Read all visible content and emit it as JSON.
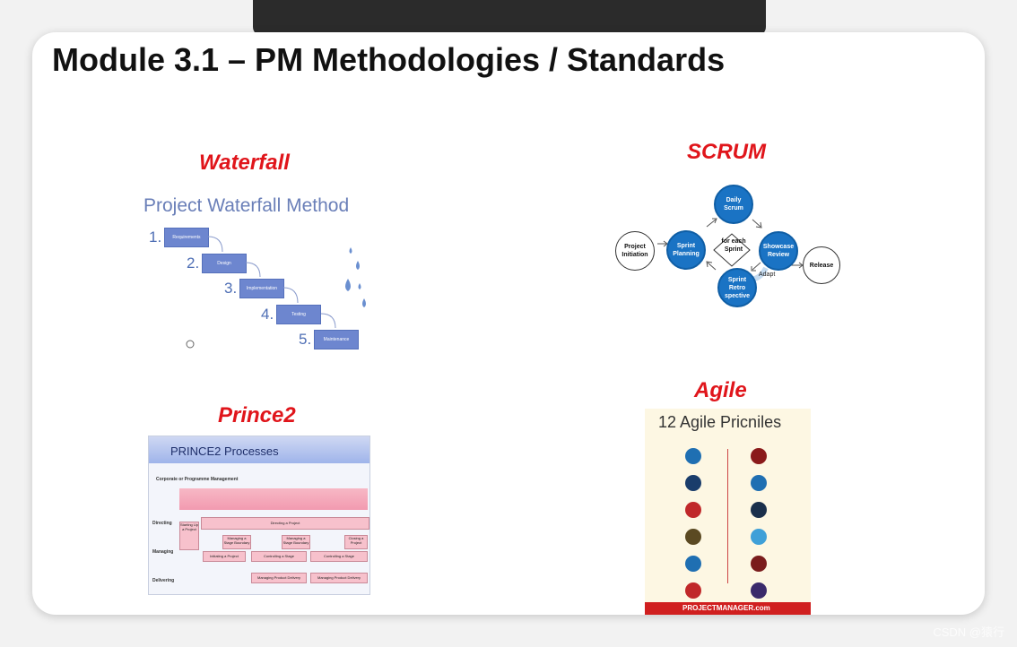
{
  "slide": {
    "title": "Module 3.1 – PM Methodologies / Standards"
  },
  "waterfall": {
    "label": "Waterfall",
    "title": "Project Waterfall Method",
    "steps": [
      {
        "num": "1.",
        "label": "Requirements"
      },
      {
        "num": "2.",
        "label": "Design"
      },
      {
        "num": "3.",
        "label": "Implementation"
      },
      {
        "num": "4.",
        "label": "Testing"
      },
      {
        "num": "5.",
        "label": "Maintenance"
      }
    ]
  },
  "scrum": {
    "label": "SCRUM",
    "nodes": {
      "initiation": "Project Initiation",
      "planning": "Sprint Planning",
      "daily": "Daily Scrum",
      "center": "for each Sprint",
      "review": "Showcase Review",
      "retro": "Sprint Retro spective",
      "release": "Release",
      "adapt": "Adapt"
    }
  },
  "prince2": {
    "label": "Prince2",
    "title": "PRINCE2 Processes",
    "subtitle": "Corporate or Programme Management",
    "rows": [
      "Directing",
      "Managing",
      "Delivering"
    ],
    "boxes": {
      "directing": "Directing a Project",
      "starting": "Starting Up a Project",
      "managing_boundary_1": "Managing a Stage Boundary",
      "managing_boundary_2": "Managing a Stage Boundary",
      "closing": "Closing a Project",
      "initiating": "Initiating a Project",
      "controlling_1": "Controlling a Stage",
      "controlling_2": "Controlling a Stage",
      "product_1": "Managing Product Delivery",
      "product_2": "Managing Product Delivery"
    }
  },
  "agile": {
    "label": "Agile",
    "title": "12 Agile Pricniles",
    "footer": "PROJECTMANAGER.com"
  },
  "watermark": "CSDN @猿行"
}
